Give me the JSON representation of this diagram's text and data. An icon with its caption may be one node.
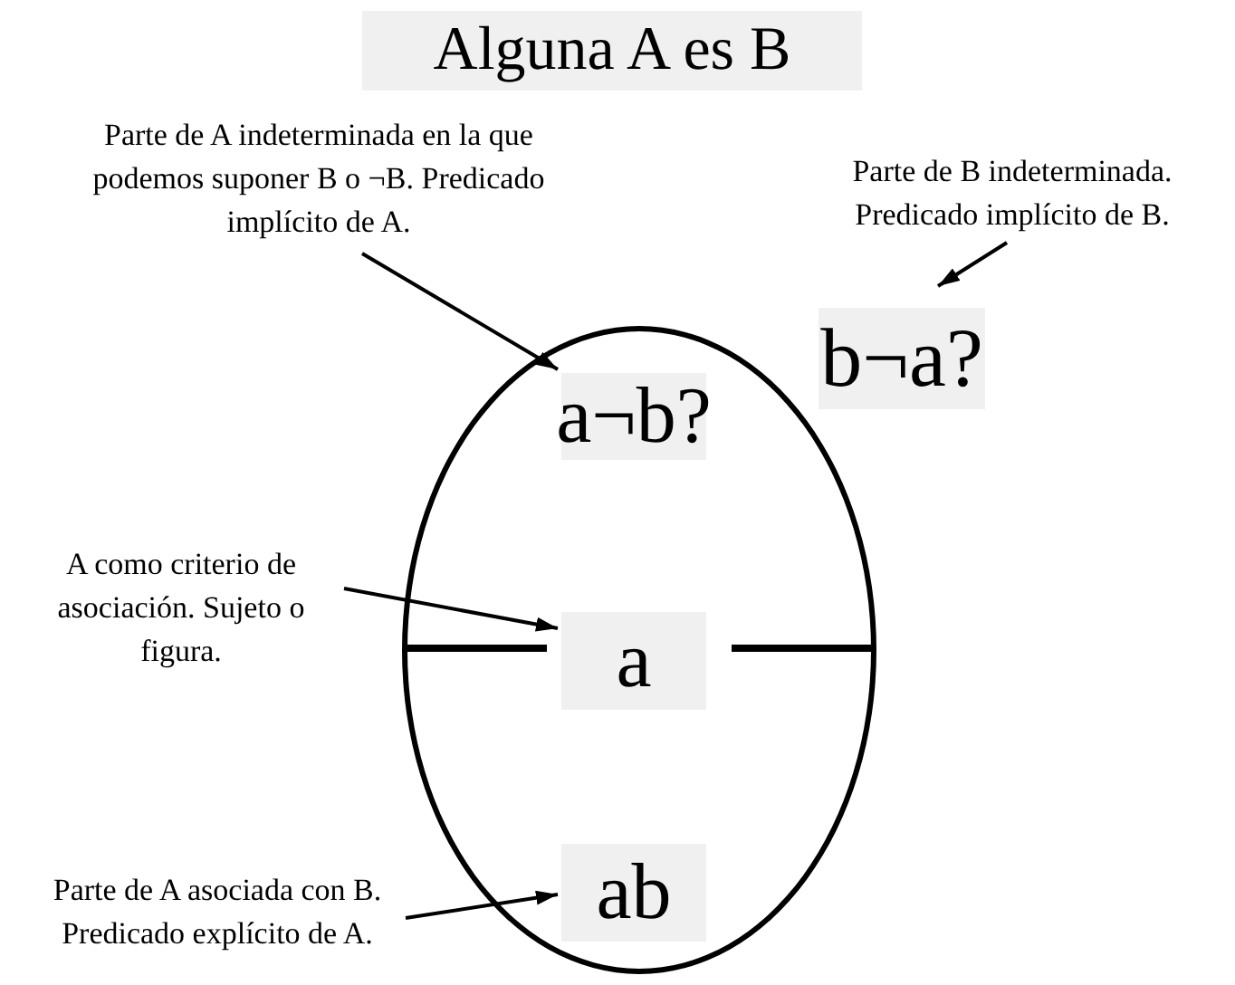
{
  "diagram": {
    "title": "Alguna A es B",
    "nodes": [
      {
        "text": [],
        "shape": "ellipse"
      },
      {
        "text": [
          "a¬b?"
        ],
        "in": 0
      },
      {
        "text": [
          "a"
        ],
        "in": 0
      },
      {
        "text": [
          "ab"
        ],
        "in": 0
      },
      {
        "text": [
          "b¬a?"
        ]
      },
      {
        "text": [
          "Parte de A indeterminada en la que podemos suponer B o ¬B. Predicado implícito de A."
        ]
      },
      {
        "text": [
          "Parte de B indeterminada. Predicado implícito de B."
        ]
      },
      {
        "text": [
          "A como criterio de asociación. Sujeto o figura."
        ]
      },
      {
        "text": [
          "Parte de A asociada con B. Predicado explícito de A."
        ]
      }
    ],
    "edges": [
      {
        "from": 5,
        "to": 1,
        "arrow": "to"
      },
      {
        "from": 6,
        "to": 4,
        "arrow": "to"
      },
      {
        "from": 7,
        "to": 2,
        "arrow": "to"
      },
      {
        "from": 8,
        "to": 3,
        "arrow": "to"
      }
    ]
  }
}
